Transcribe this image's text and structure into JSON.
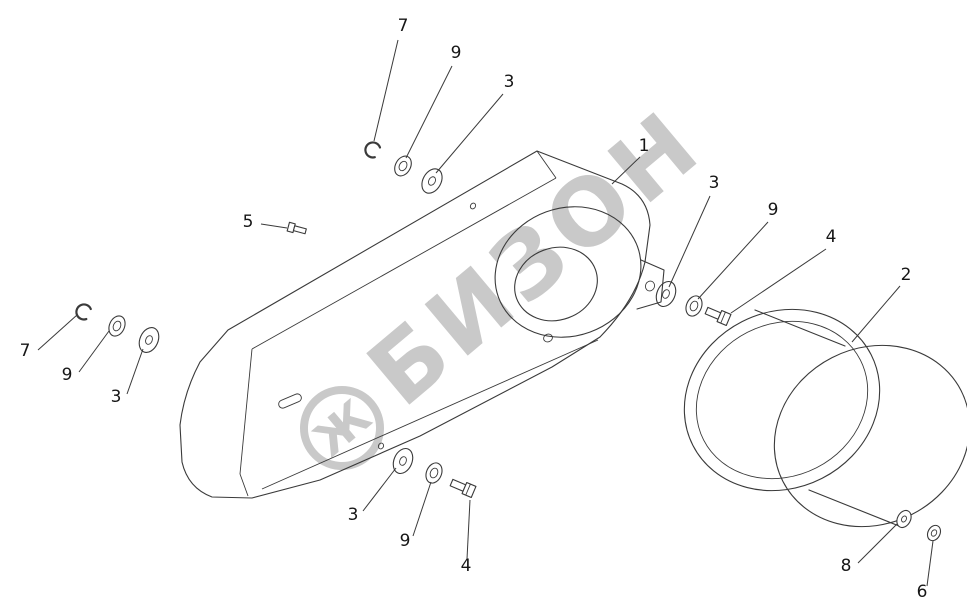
{
  "colors": {
    "background": "#ffffff",
    "line": "#3a3a3a",
    "callout": "#161616",
    "watermark": "#c9c9c9"
  },
  "watermark": {
    "text": "БИЗОН",
    "logo_glyph": "Ж"
  },
  "callouts": [
    {
      "label": "7"
    },
    {
      "label": "9"
    },
    {
      "label": "3"
    },
    {
      "label": "1"
    },
    {
      "label": "3"
    },
    {
      "label": "9"
    },
    {
      "label": "4"
    },
    {
      "label": "2"
    },
    {
      "label": "5"
    },
    {
      "label": "7"
    },
    {
      "label": "9"
    },
    {
      "label": "3"
    },
    {
      "label": "3"
    },
    {
      "label": "9"
    },
    {
      "label": "4"
    },
    {
      "label": "8"
    },
    {
      "label": "6"
    }
  ]
}
